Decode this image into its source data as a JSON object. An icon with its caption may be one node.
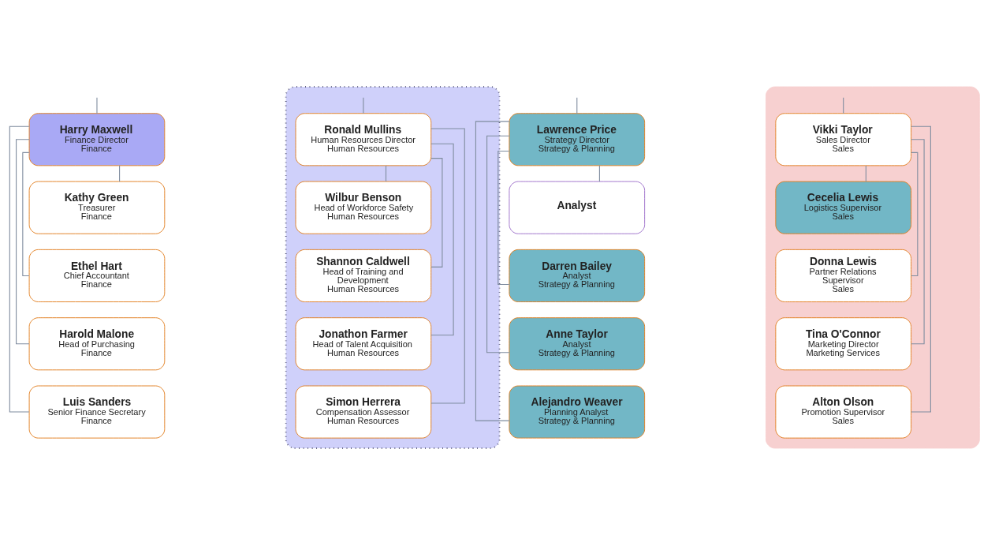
{
  "diagram": {
    "nodes": [
      {
        "text": [
          "Harry Maxwell",
          "Finance Director",
          "Finance"
        ]
      },
      {
        "text": [
          "Kathy Green",
          "Treasurer",
          "Finance"
        ]
      },
      {
        "text": [
          "Ethel Hart",
          "Chief Accountant",
          "Finance"
        ]
      },
      {
        "text": [
          "Harold Malone",
          "Head of Purchasing",
          "Finance"
        ]
      },
      {
        "text": [
          "Luis Sanders",
          "Senior Finance Secretary",
          "Finance"
        ]
      },
      {
        "text": [],
        "shape": "box"
      },
      {
        "text": [
          "Ronald Mullins",
          "Human Resources Director",
          "Human Resources"
        ],
        "in": 5
      },
      {
        "text": [
          "Wilbur Benson",
          "Head of Workforce Safety",
          "Human Resources"
        ],
        "in": 5
      },
      {
        "text": [
          "Shannon Caldwell",
          "Head of Training and Development",
          "Human Resources"
        ],
        "in": 5
      },
      {
        "text": [
          "Jonathon Farmer",
          "Head of Talent Acquisition",
          "Human Resources"
        ],
        "in": 5
      },
      {
        "text": [
          "Simon Herrera",
          "Compensation Assessor",
          "Human Resources"
        ],
        "in": 5
      },
      {
        "text": [
          "Lawrence Price",
          "Strategy Director",
          "Strategy & Planning"
        ]
      },
      {
        "text": [
          "Analyst"
        ]
      },
      {
        "text": [
          "Darren Bailey",
          "Analyst",
          "Strategy & Planning"
        ]
      },
      {
        "text": [
          "Anne Taylor",
          "Analyst",
          "Strategy & Planning"
        ]
      },
      {
        "text": [
          "Alejandro Weaver",
          "Planning Analyst",
          "Strategy & Planning"
        ]
      },
      {
        "text": [],
        "shape": "box"
      },
      {
        "text": [
          "Vikki Taylor",
          "Sales Director",
          "Sales"
        ],
        "in": 16
      },
      {
        "text": [
          "Cecelia Lewis",
          "Logistics Supervisor",
          "Sales"
        ],
        "in": 16
      },
      {
        "text": [
          "Donna Lewis",
          "Partner Relations Supervisor",
          "Sales"
        ],
        "in": 16
      },
      {
        "text": [
          "Tina O'Connor",
          "Marketing Director",
          "Marketing Services"
        ],
        "in": 16
      },
      {
        "text": [
          "Alton Olson",
          "Promotion Supervisor",
          "Sales"
        ],
        "in": 16
      }
    ],
    "edges": [
      {
        "from": null,
        "to": 0,
        "arrow": "none"
      },
      {
        "from": 0,
        "to": 1,
        "arrow": "none"
      },
      {
        "from": 0,
        "to": 2,
        "arrow": "none"
      },
      {
        "from": 0,
        "to": 3,
        "arrow": "none"
      },
      {
        "from": 0,
        "to": 4,
        "arrow": "none"
      },
      {
        "from": null,
        "to": 6,
        "arrow": "none"
      },
      {
        "from": 6,
        "to": 7,
        "arrow": "none"
      },
      {
        "from": 6,
        "to": 8,
        "arrow": "none"
      },
      {
        "from": 6,
        "to": 9,
        "arrow": "none"
      },
      {
        "from": 6,
        "to": 10,
        "arrow": "none"
      },
      {
        "from": null,
        "to": 11,
        "arrow": "none"
      },
      {
        "from": 11,
        "to": 12,
        "arrow": "none"
      },
      {
        "from": 11,
        "to": 13,
        "arrow": "none"
      },
      {
        "from": 11,
        "to": 14,
        "arrow": "none"
      },
      {
        "from": 11,
        "to": 15,
        "arrow": "none"
      },
      {
        "from": null,
        "to": 17,
        "arrow": "none"
      },
      {
        "from": 17,
        "to": 18,
        "arrow": "none"
      },
      {
        "from": 17,
        "to": 19,
        "arrow": "none"
      },
      {
        "from": 17,
        "to": 20,
        "arrow": "none"
      },
      {
        "from": 17,
        "to": 21,
        "arrow": "none"
      }
    ]
  }
}
